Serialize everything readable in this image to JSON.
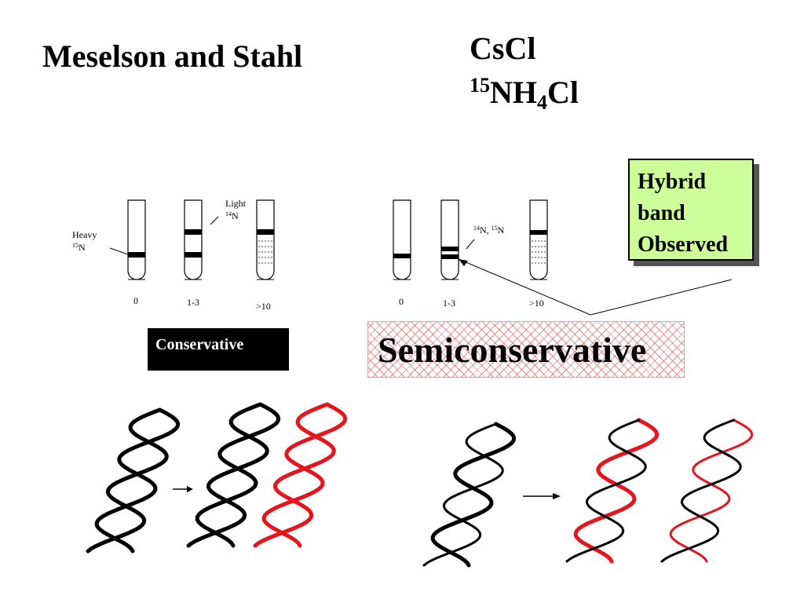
{
  "slide": {
    "title": "Meselson and Stahl",
    "reagent_1": "CsCl",
    "reagent_2": {
      "isotope": "15",
      "base": "NH",
      "subscript": "4",
      "suffix": "Cl"
    }
  },
  "conservative": {
    "label": "Conservative",
    "heavy_label": {
      "text": "Heavy",
      "isotope": "15",
      "element": "N"
    },
    "light_label": {
      "text": "Light",
      "isotope": "14",
      "element": "N"
    },
    "tube_labels": [
      "0",
      "1-3",
      ">10"
    ]
  },
  "semiconservative": {
    "label": "Semiconservative",
    "hybrid_label": {
      "isotope_a": "14",
      "element_a": "N, ",
      "isotope_b": "15",
      "element_b": "N"
    },
    "tube_labels": [
      "0",
      "1-3",
      ">10"
    ]
  },
  "callout": {
    "lines": [
      "Hybrid",
      "band",
      "Observed"
    ]
  },
  "colors": {
    "old_strand": "#000000",
    "new_strand": "#e8141c",
    "callout_fill": "#ccff99"
  },
  "icons": [
    "arrow-right-icon",
    "dna-helix-icon"
  ]
}
